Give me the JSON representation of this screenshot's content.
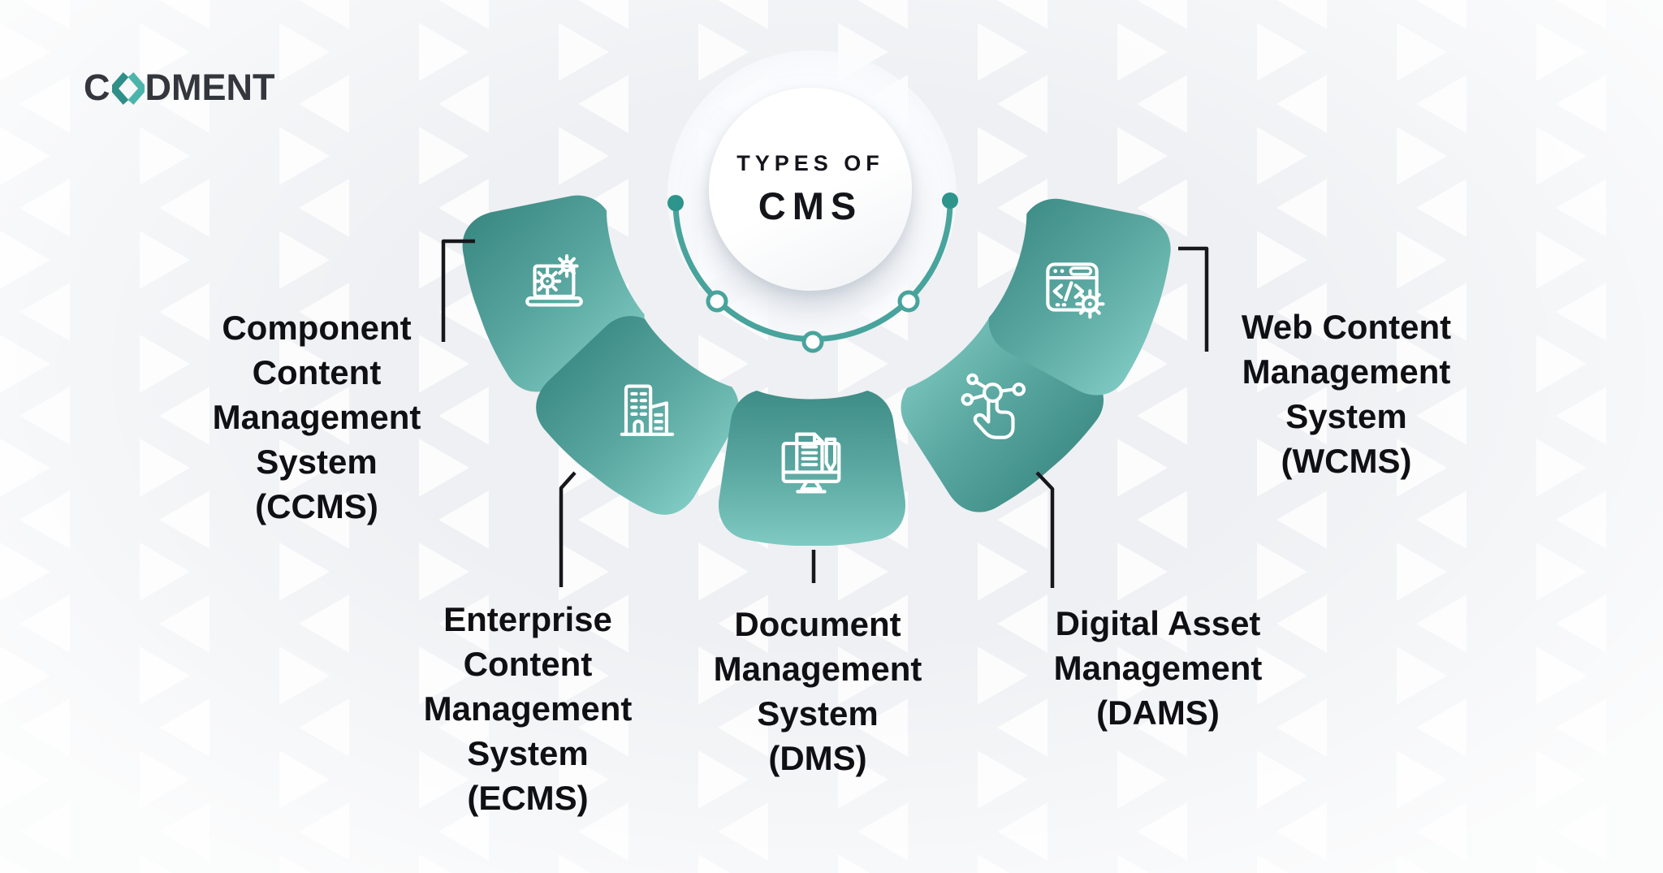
{
  "logo": {
    "text_left": "C",
    "text_right": "DMENT",
    "mark_icon": "code-brackets-icon",
    "mark_color_left": "#2e8f88",
    "mark_color_right": "#4cb5ab",
    "text_color": "#33363c"
  },
  "center_badge": {
    "line1": "TYPES OF",
    "line2": "CMS"
  },
  "segments": [
    {
      "key": "ccms",
      "label": "Component\nContent\nManagement\nSystem\n(CCMS)",
      "icon": "laptop-gears-icon"
    },
    {
      "key": "ecms",
      "label": "Enterprise\nContent\nManagement\nSystem\n(ECMS)",
      "icon": "office-buildings-icon"
    },
    {
      "key": "dms",
      "label": "Document\nManagement\nSystem\n(DMS)",
      "icon": "monitor-document-pen-icon"
    },
    {
      "key": "dams",
      "label": "Digital Asset\nManagement\n(DAMS)",
      "icon": "share-tap-hand-icon"
    },
    {
      "key": "wcms",
      "label": "Web Content\nManagement\nSystem\n(WCMS)",
      "icon": "browser-code-gear-icon"
    }
  ],
  "colors": {
    "background": "#eef0f3",
    "wedge_dark": "#3c8a84",
    "wedge_mid": "#58a69f",
    "wedge_light": "#7fcac2",
    "arc": "#48a49c",
    "arc_dot": "#2d958c",
    "text": "#101014",
    "connector": "#17171c"
  }
}
